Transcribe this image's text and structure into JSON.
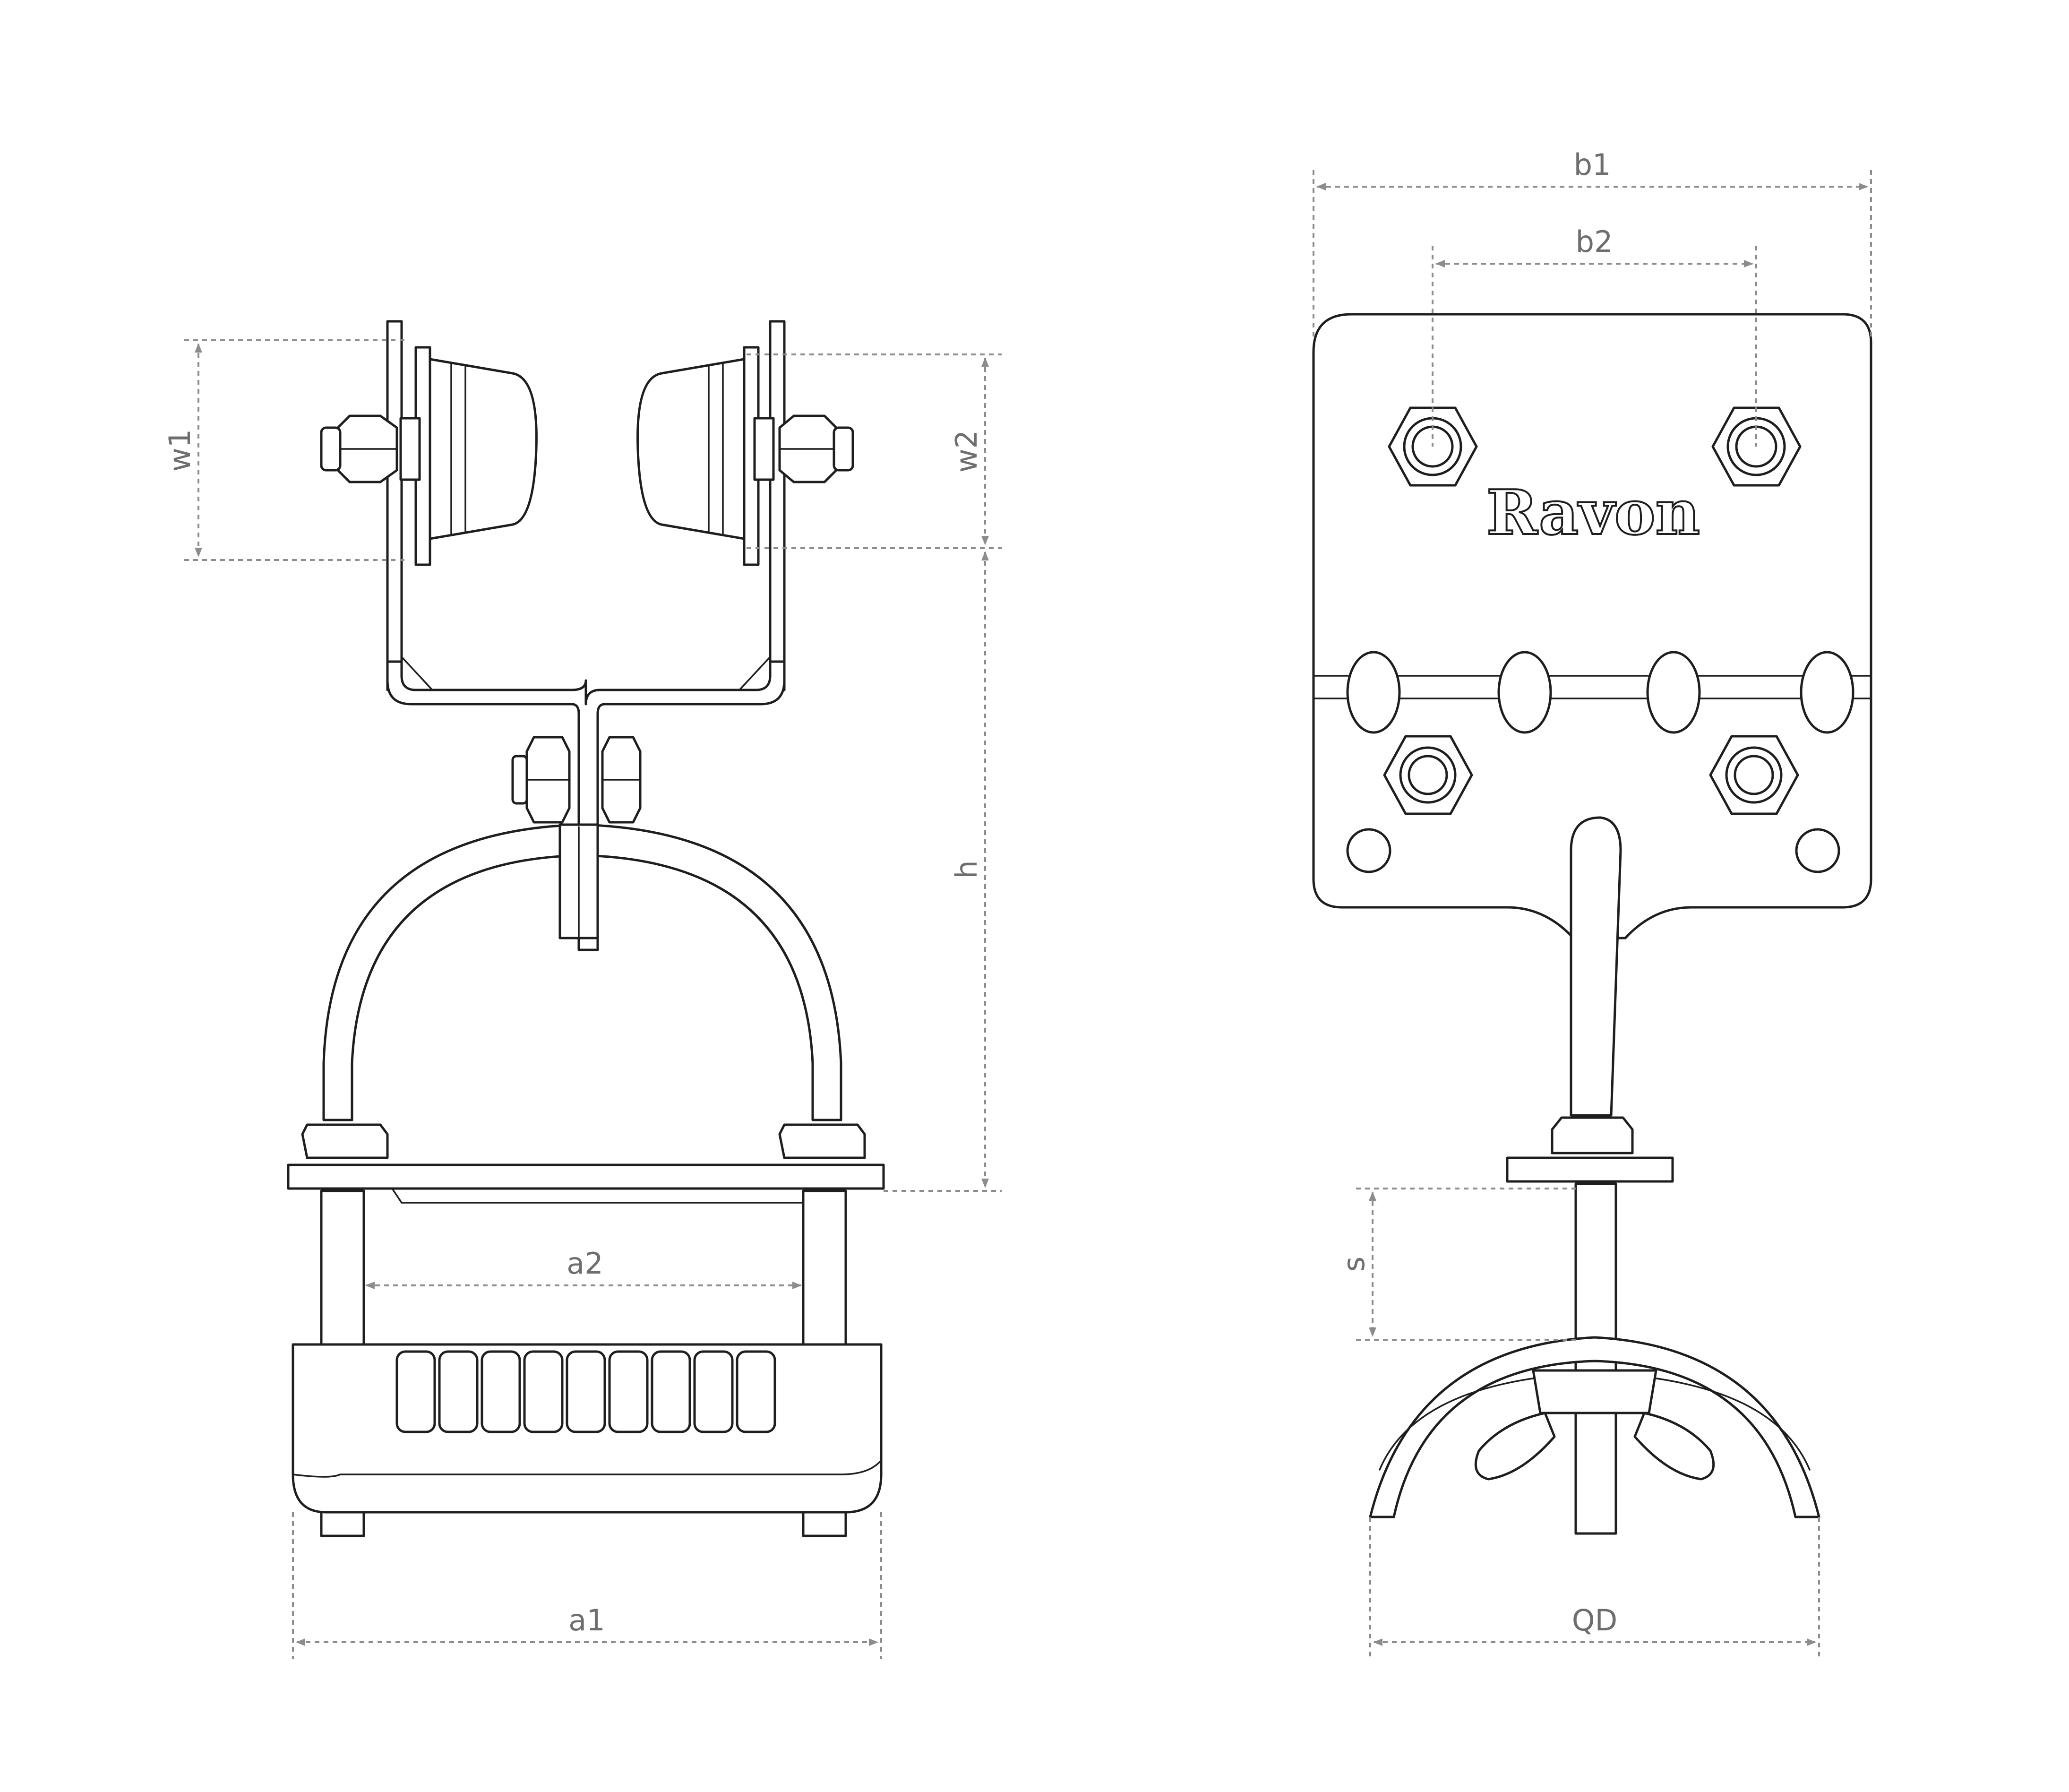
{
  "brand": {
    "logo_text": "Ravon"
  },
  "dimensions": {
    "w1": "w1",
    "w2": "w2",
    "h": "h",
    "a1": "a1",
    "a2": "a2",
    "b1": "b1",
    "b2": "b2",
    "s": "s",
    "qd": "QD"
  },
  "colors": {
    "line": "#1e1e1e",
    "dimension": "#8c8c8c",
    "background": "#ffffff"
  }
}
